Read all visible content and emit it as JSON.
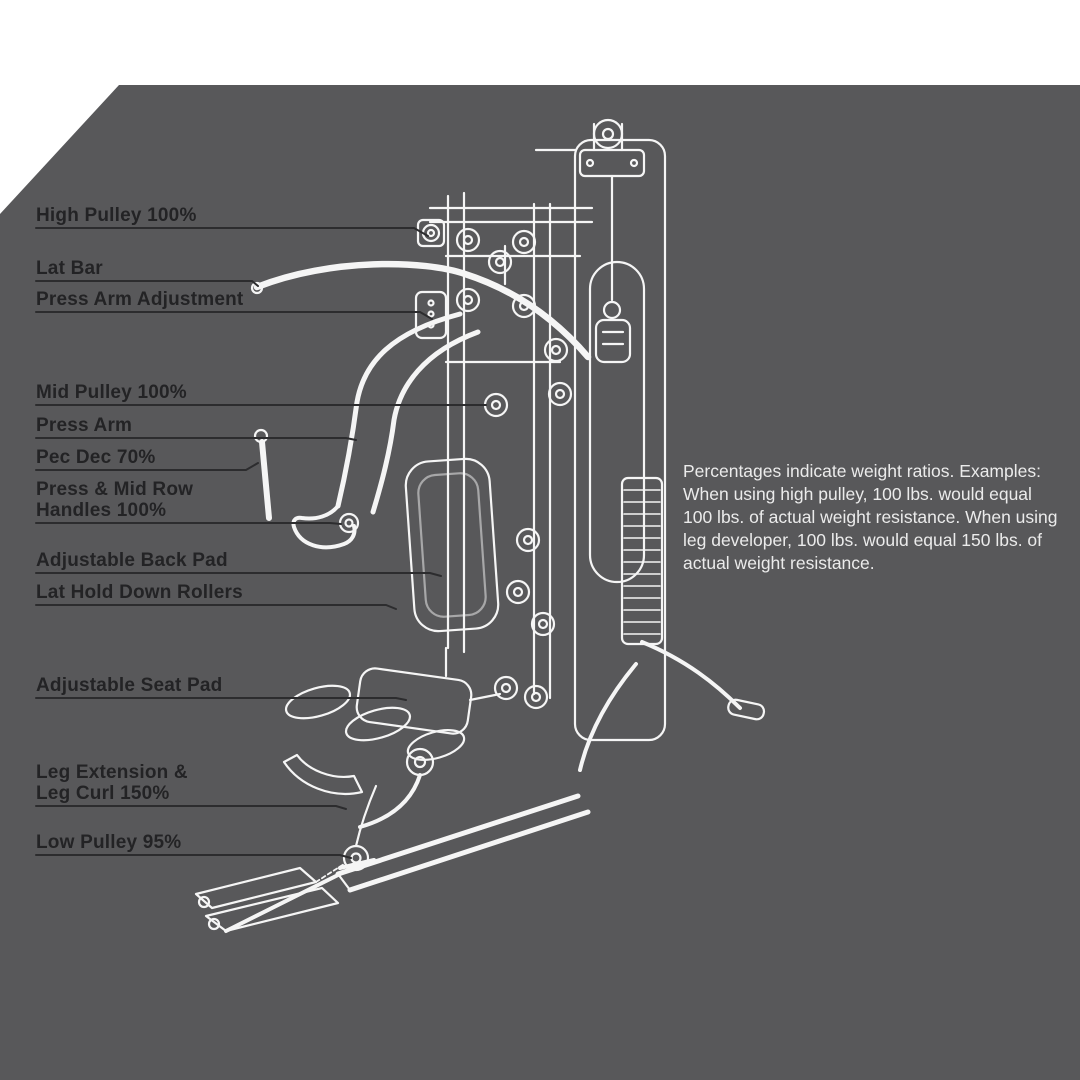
{
  "colors": {
    "background_panel": "#58585a",
    "label_text": "#232325",
    "leader_line": "#2c2c2e",
    "line_art": "#f5f5f5",
    "note_text": "#ebebeb",
    "page_background": "#ffffff"
  },
  "labels": [
    {
      "lines": [
        "High Pulley 100%"
      ]
    },
    {
      "lines": [
        "Lat Bar"
      ]
    },
    {
      "lines": [
        "Press Arm Adjustment"
      ]
    },
    {
      "lines": [
        "Mid Pulley 100%"
      ]
    },
    {
      "lines": [
        "Press Arm"
      ]
    },
    {
      "lines": [
        "Pec Dec 70%"
      ]
    },
    {
      "lines": [
        "Press & Mid Row",
        "Handles 100%"
      ]
    },
    {
      "lines": [
        "Adjustable Back Pad"
      ]
    },
    {
      "lines": [
        "Lat Hold Down Rollers"
      ]
    },
    {
      "lines": [
        "Adjustable Seat Pad"
      ]
    },
    {
      "lines": [
        "Leg Extension &",
        "Leg Curl 150%"
      ]
    },
    {
      "lines": [
        "Low Pulley 95%"
      ]
    }
  ],
  "note": {
    "text": "Percentages indicate weight ratios. Examples: When using high pulley, 100 lbs. would equal 100 lbs. of actual weight resistance. When using leg developer, 100 lbs. would equal 150 lbs. of actual weight resistance."
  },
  "illustration": {
    "subject": "multi-station home gym line drawing"
  }
}
